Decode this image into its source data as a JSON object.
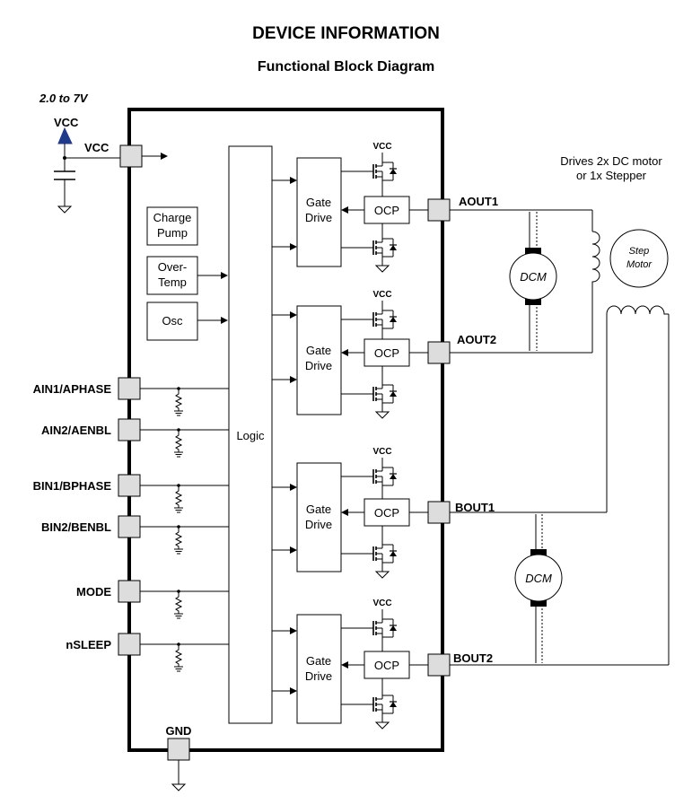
{
  "header": {
    "title": "DEVICE INFORMATION",
    "subtitle": "Functional Block Diagram"
  },
  "supply": {
    "range": "2.0 to 7V",
    "vcc_arrow_label": "VCC",
    "vcc_pin": "VCC"
  },
  "internal_blocks": {
    "charge_pump": [
      "Charge",
      "Pump"
    ],
    "over_temp": [
      "Over-",
      "Temp"
    ],
    "osc": "Osc",
    "logic": "Logic"
  },
  "gate_drives": [
    {
      "line1": "Gate",
      "line2": "Drive",
      "ocp": "OCP",
      "vcc": "VCC",
      "output_pin": "AOUT1"
    },
    {
      "line1": "Gate",
      "line2": "Drive",
      "ocp": "OCP",
      "vcc": "VCC",
      "output_pin": "AOUT2"
    },
    {
      "line1": "Gate",
      "line2": "Drive",
      "ocp": "OCP",
      "vcc": "VCC",
      "output_pin": "BOUT1"
    },
    {
      "line1": "Gate",
      "line2": "Drive",
      "ocp": "OCP",
      "vcc": "VCC",
      "output_pin": "BOUT2"
    }
  ],
  "input_pins": [
    "AIN1/APHASE",
    "AIN2/AENBL",
    "BIN1/BPHASE",
    "BIN2/BENBL",
    "MODE",
    "nSLEEP"
  ],
  "ground_pin": "GND",
  "loads": {
    "note_line1": "Drives 2x DC motor",
    "note_line2": "or 1x Stepper",
    "dc_motor_a": "DCM",
    "dc_motor_b": "DCM",
    "stepper_line1": "Step",
    "stepper_line2": "Motor"
  }
}
